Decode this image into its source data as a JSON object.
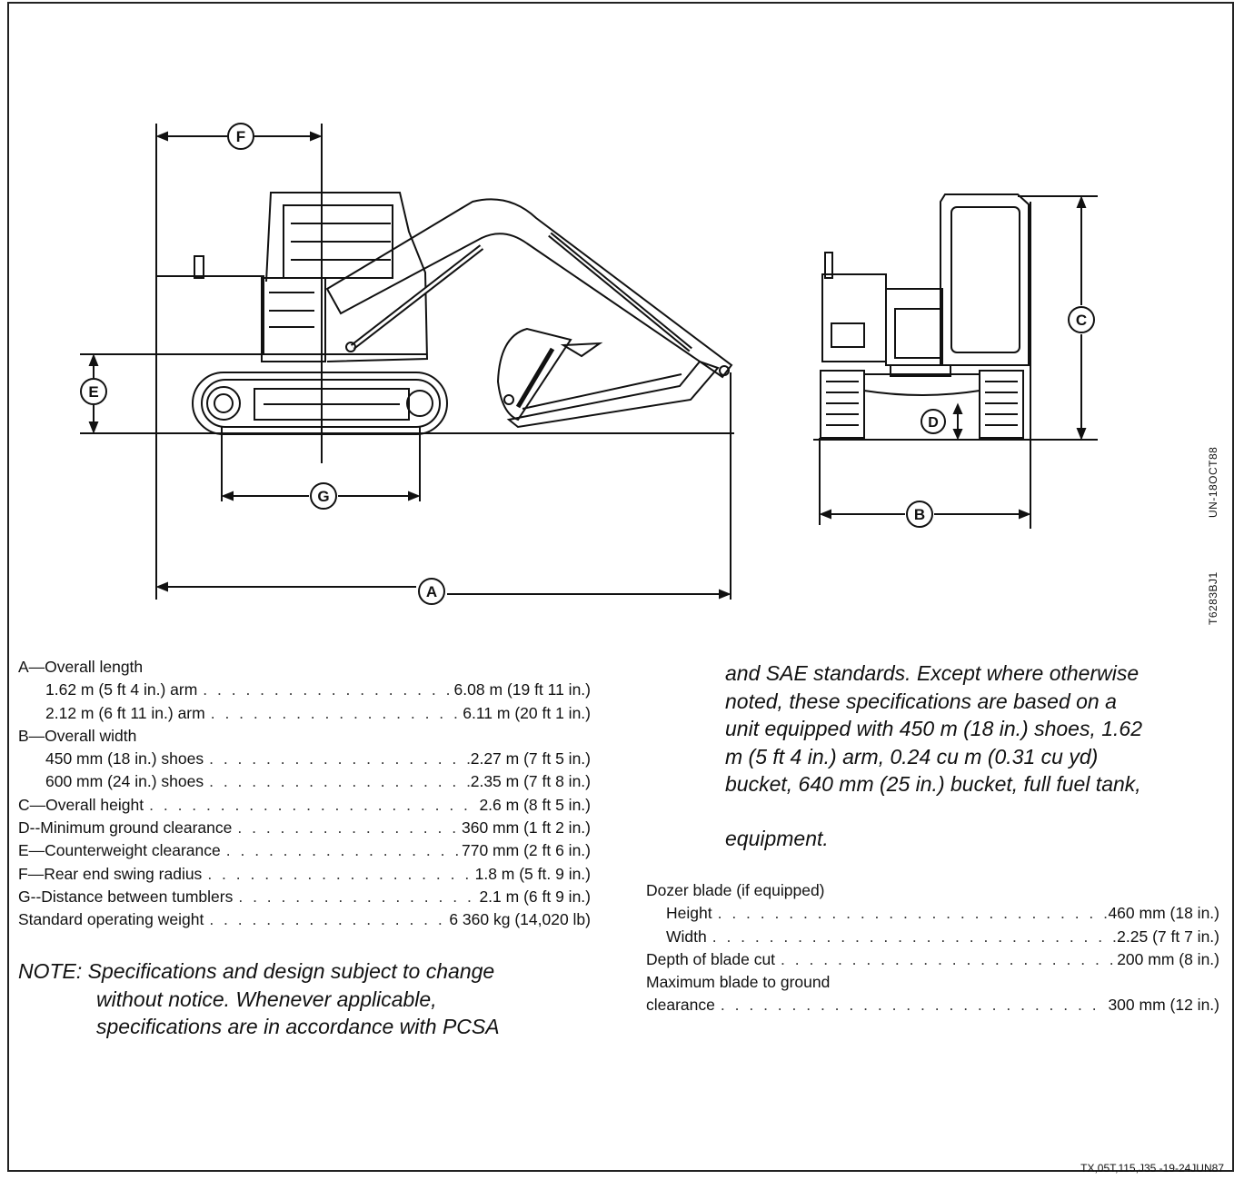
{
  "diagram": {
    "labels": [
      "F",
      "E",
      "G",
      "A",
      "C",
      "D",
      "B"
    ],
    "side_codes": [
      "UN-18OCT88",
      "T6283BJ1"
    ]
  },
  "specs_left": [
    {
      "label": "A—Overall length",
      "value": "",
      "indent": 0
    },
    {
      "label": "1.62 m (5 ft 4 in.) arm",
      "value": "6.08 m (19 ft 11 in.)",
      "indent": 1
    },
    {
      "label": "2.12 m (6 ft 11 in.) arm",
      "value": "6.11 m (20 ft 1 in.)",
      "indent": 1
    },
    {
      "label": "B—Overall width",
      "value": "",
      "indent": 0
    },
    {
      "label": "450 mm (18 in.) shoes",
      "value": "2.27 m (7 ft 5 in.)",
      "indent": 1
    },
    {
      "label": "600 mm (24 in.) shoes",
      "value": "2.35 m (7 ft 8 in.)",
      "indent": 1
    },
    {
      "label": "C—Overall height",
      "value": "2.6 m (8 ft 5 in.)",
      "indent": 0
    },
    {
      "label": "D--Minimum ground clearance",
      "value": "360 mm (1 ft 2 in.)",
      "indent": 0
    },
    {
      "label": "E—Counterweight clearance",
      "value": "770 mm (2 ft 6 in.)",
      "indent": 0
    },
    {
      "label": "F—Rear end swing radius",
      "value": "1.8 m (5 ft. 9 in.)",
      "indent": 0
    },
    {
      "label": "G--Distance between tumblers",
      "value": "2.1 m (6 ft 9 in.)",
      "indent": 0
    },
    {
      "label": "Standard operating weight",
      "value": "6 360 kg (14,020 lb)",
      "indent": 0
    }
  ],
  "note": {
    "head": "NOTE:",
    "line1": "Specifications and design subject to change",
    "line2": "without notice. Whenever applicable,",
    "line3": "specifications are in accordance with PCSA"
  },
  "right_text": {
    "lines": [
      "and SAE standards. Except where otherwise",
      "noted, these specifications are based on a",
      "unit equipped with 450 m (18 in.) shoes, 1.62",
      "m (5 ft 4 in.) arm, 0.24 cu m (0.31 cu yd)",
      "bucket, 640 mm (25 in.) bucket, full fuel tank,"
    ],
    "last": "equipment."
  },
  "specs_right": [
    {
      "label": "Dozer blade (if equipped)",
      "value": "",
      "indent": 0
    },
    {
      "label": "Height",
      "value": "460 mm (18 in.)",
      "indent": 1
    },
    {
      "label": "Width",
      "value": "2.25 (7 ft 7 in.)",
      "indent": 1
    },
    {
      "label": "Depth of blade cut",
      "value": "200 mm (8 in.)",
      "indent": 0
    },
    {
      "label": "Maximum blade to ground",
      "value": "",
      "indent": 0
    },
    {
      "label": "clearance",
      "value": "300 mm (12 in.)",
      "indent": 0
    }
  ],
  "footer": "TX,05T,115,J35 -19-24JUN87"
}
